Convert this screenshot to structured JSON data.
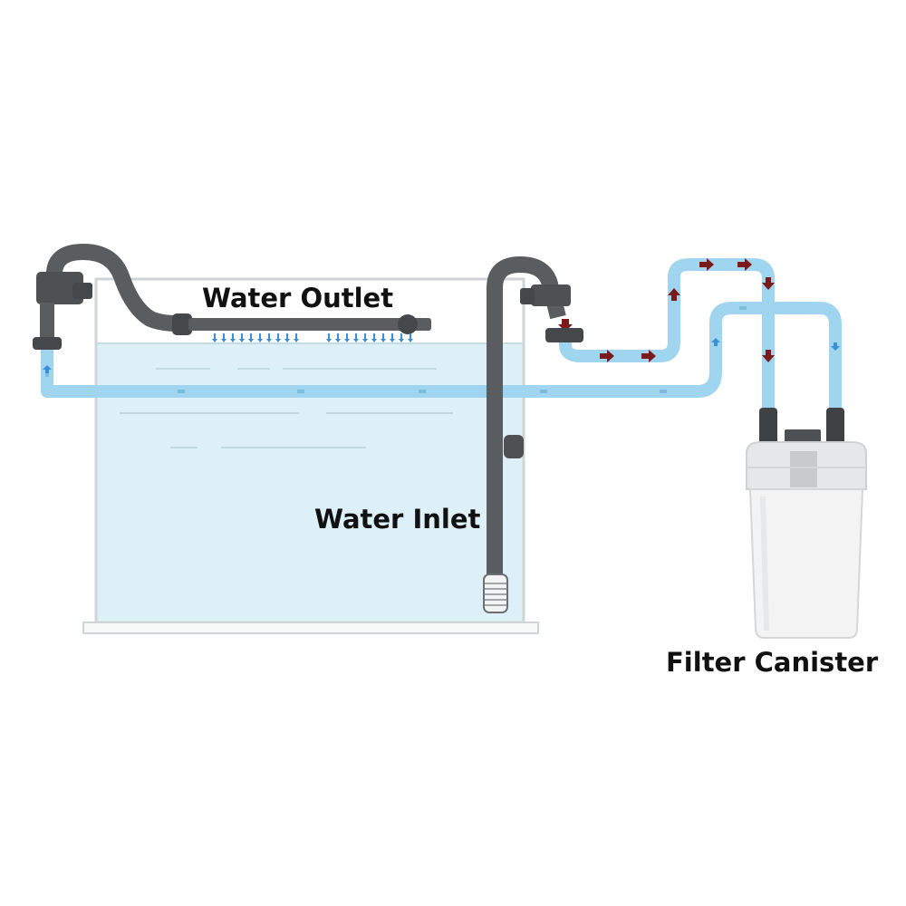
{
  "labels": {
    "water_outlet": "Water Outlet",
    "water_inlet": "Water Inlet",
    "filter_canister": "Filter Canister"
  },
  "colors": {
    "water": "#ddf0f7",
    "tank_border": "#cfd4d6",
    "hose": "#9fd5ef",
    "hose_dark": "#8ec9e6",
    "pipe": "#5a5d60",
    "pipe_dark": "#45484b",
    "flow_arrow": "#7a1a1a",
    "spray_arrow": "#3a8fd6",
    "canister_body": "#f3f3f3",
    "canister_lid": "#e6e7e8",
    "text": "#111111"
  }
}
